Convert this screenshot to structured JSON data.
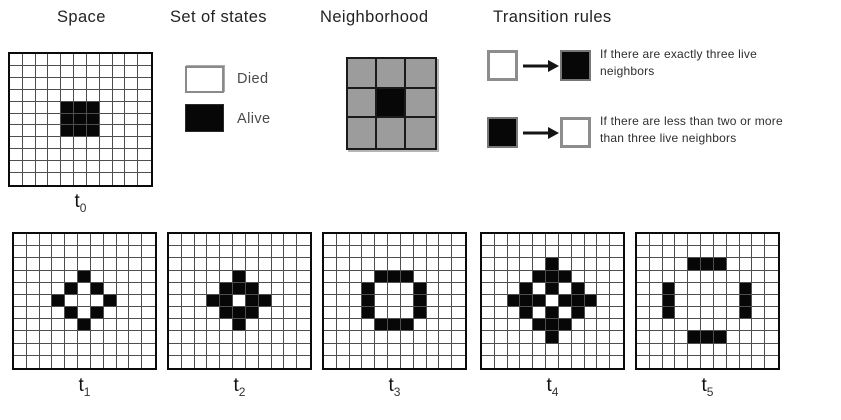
{
  "headings": {
    "space": "Space",
    "set_of_states": "Set of states",
    "neighborhood": "Neighborhood",
    "transition_rules": "Transition rules"
  },
  "legend": {
    "died": "Died",
    "alive": "Alive"
  },
  "transition_rules": [
    {
      "from_state": "dead",
      "to_state": "alive",
      "text": "If there are exactly three live neighbors"
    },
    {
      "from_state": "alive",
      "to_state": "dead",
      "text": "If there are less than two or more than three live neighbors"
    }
  ],
  "colors": {
    "alive": "#070707",
    "dead": "#ffffff",
    "neighbor_fill": "#9c9c9c",
    "grid_line": "#4e4e4e",
    "swatch_border": "#8a8a8a"
  },
  "neighborhood_grid": {
    "rows": 3,
    "cols": 3,
    "center_state": "alive",
    "neighbor_state_color": "#9c9c9c"
  },
  "space_grid": {
    "label_base": "t",
    "label_sub": "0",
    "rows": 11,
    "cols": 11,
    "filled": [
      [
        4,
        4
      ],
      [
        4,
        5
      ],
      [
        4,
        6
      ],
      [
        5,
        4
      ],
      [
        5,
        5
      ],
      [
        5,
        6
      ],
      [
        6,
        4
      ],
      [
        6,
        5
      ],
      [
        6,
        6
      ]
    ]
  },
  "timeline_grids": [
    {
      "label_base": "t",
      "label_sub": "1",
      "rows": 11,
      "cols": 11,
      "filled": [
        [
          3,
          5
        ],
        [
          4,
          4
        ],
        [
          4,
          6
        ],
        [
          5,
          3
        ],
        [
          5,
          7
        ],
        [
          6,
          4
        ],
        [
          6,
          6
        ],
        [
          7,
          5
        ]
      ]
    },
    {
      "label_base": "t",
      "label_sub": "2",
      "rows": 11,
      "cols": 11,
      "filled": [
        [
          3,
          5
        ],
        [
          4,
          4
        ],
        [
          4,
          5
        ],
        [
          4,
          6
        ],
        [
          5,
          3
        ],
        [
          5,
          4
        ],
        [
          5,
          6
        ],
        [
          5,
          7
        ],
        [
          6,
          4
        ],
        [
          6,
          5
        ],
        [
          6,
          6
        ],
        [
          7,
          5
        ]
      ]
    },
    {
      "label_base": "t",
      "label_sub": "3",
      "rows": 11,
      "cols": 11,
      "filled": [
        [
          3,
          4
        ],
        [
          3,
          5
        ],
        [
          3,
          6
        ],
        [
          4,
          3
        ],
        [
          4,
          7
        ],
        [
          5,
          3
        ],
        [
          5,
          7
        ],
        [
          6,
          3
        ],
        [
          6,
          7
        ],
        [
          7,
          4
        ],
        [
          7,
          5
        ],
        [
          7,
          6
        ]
      ]
    },
    {
      "label_base": "t",
      "label_sub": "4",
      "rows": 11,
      "cols": 11,
      "filled": [
        [
          2,
          5
        ],
        [
          3,
          4
        ],
        [
          3,
          5
        ],
        [
          3,
          6
        ],
        [
          4,
          3
        ],
        [
          4,
          5
        ],
        [
          4,
          7
        ],
        [
          5,
          2
        ],
        [
          5,
          3
        ],
        [
          5,
          4
        ],
        [
          5,
          6
        ],
        [
          5,
          7
        ],
        [
          5,
          8
        ],
        [
          6,
          3
        ],
        [
          6,
          5
        ],
        [
          6,
          7
        ],
        [
          7,
          4
        ],
        [
          7,
          5
        ],
        [
          7,
          6
        ],
        [
          8,
          5
        ]
      ]
    },
    {
      "label_base": "t",
      "label_sub": "5",
      "rows": 11,
      "cols": 11,
      "filled": [
        [
          2,
          4
        ],
        [
          2,
          5
        ],
        [
          2,
          6
        ],
        [
          4,
          2
        ],
        [
          4,
          8
        ],
        [
          5,
          2
        ],
        [
          5,
          8
        ],
        [
          6,
          2
        ],
        [
          6,
          8
        ],
        [
          8,
          4
        ],
        [
          8,
          5
        ],
        [
          8,
          6
        ]
      ]
    }
  ]
}
